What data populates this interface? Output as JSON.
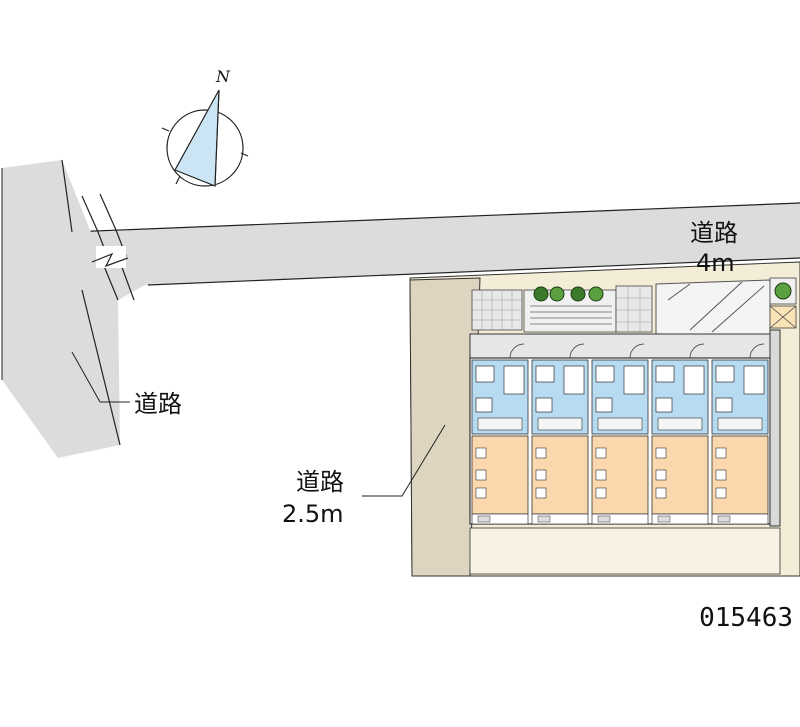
{
  "compass": {
    "north_label": "N",
    "icon": "compass-rose-icon"
  },
  "roads": {
    "main_road": {
      "name": "道路",
      "width": "4m"
    },
    "side_road": {
      "name": "道路"
    },
    "narrow_road": {
      "name": "道路",
      "width": "2.5m"
    }
  },
  "property_code": "015463",
  "building": {
    "unit_count": 5
  },
  "colors": {
    "road_gray": "#dcdcdc",
    "road_stroke": "#222222",
    "passage_beige": "#ddd5bf",
    "lot_beige": "#efe8d0",
    "room_orange": "#fbd7ad",
    "wet_blue": "#b7dcf2",
    "corridor_gray": "#e6e6e6",
    "compass_blue": "#cbe5f4"
  }
}
